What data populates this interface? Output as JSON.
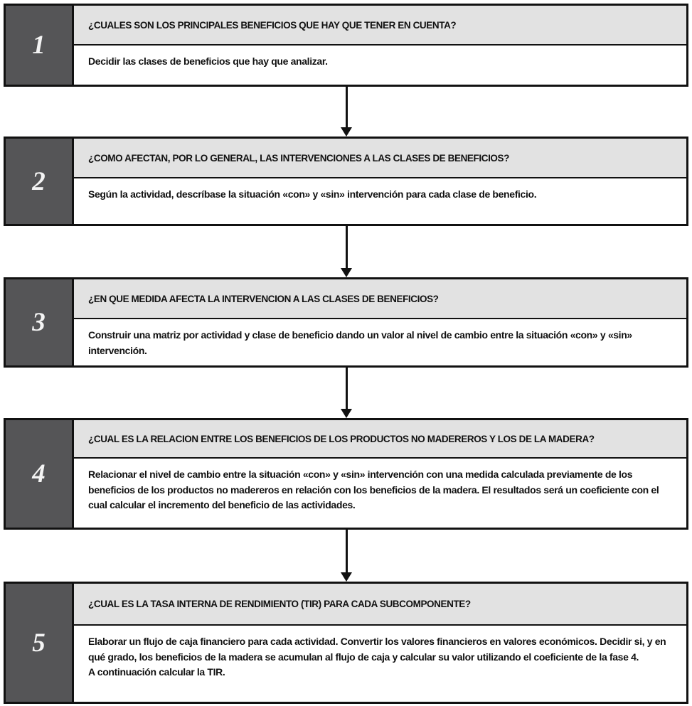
{
  "colors": {
    "number_box_bg": "#555557",
    "number_text": "#f4f4f4",
    "question_header_bg": "#e2e2e2",
    "body_bg": "#ffffff",
    "border": "#111111",
    "arrow": "#111111"
  },
  "flowchart": {
    "steps": [
      {
        "number": "1",
        "question": "¿CUALES SON LOS PRINCIPALES BENEFICIOS QUE HAY QUE TENER EN CUENTA?",
        "description": "Decidir las clases de beneficios que hay que analizar."
      },
      {
        "number": "2",
        "question": "¿COMO AFECTAN, POR LO GENERAL, LAS INTERVENCIONES A LAS CLASES DE BENEFICIOS?",
        "description": "Según la actividad, descríbase la situación «con» y «sin» intervención para cada clase de beneficio."
      },
      {
        "number": "3",
        "question": "¿EN QUE MEDIDA AFECTA LA INTERVENCION A LAS CLASES DE BENEFICIOS?",
        "description": "Construir una matriz por actividad y clase de beneficio dando un valor al nivel de cambio entre la situación «con» y «sin» intervención."
      },
      {
        "number": "4",
        "question": "¿CUAL ES LA RELACION ENTRE LOS BENEFICIOS DE LOS PRODUCTOS NO MADEREROS Y LOS DE LA MADERA?",
        "description": "Relacionar el nivel de cambio entre la situación «con» y «sin» intervención con una medida calculada previamente de los beneficios de los productos no madereros en relación con los beneficios de la madera. El resultados será un coeficiente con el cual calcular el incremento del beneficio de las actividades."
      },
      {
        "number": "5",
        "question": "¿CUAL ES LA TASA INTERNA DE RENDIMIENTO (TIR) PARA CADA SUBCOMPONENTE?",
        "description": "Elaborar un flujo de caja financiero para cada actividad. Convertir los valores financieros en valores económicos. Decidir si, y en qué grado, los beneficios de la madera se acumulan al flujo de caja y calcular su valor utilizando el coeficiente de la fase 4.\nA continuación calcular la TIR."
      }
    ]
  }
}
